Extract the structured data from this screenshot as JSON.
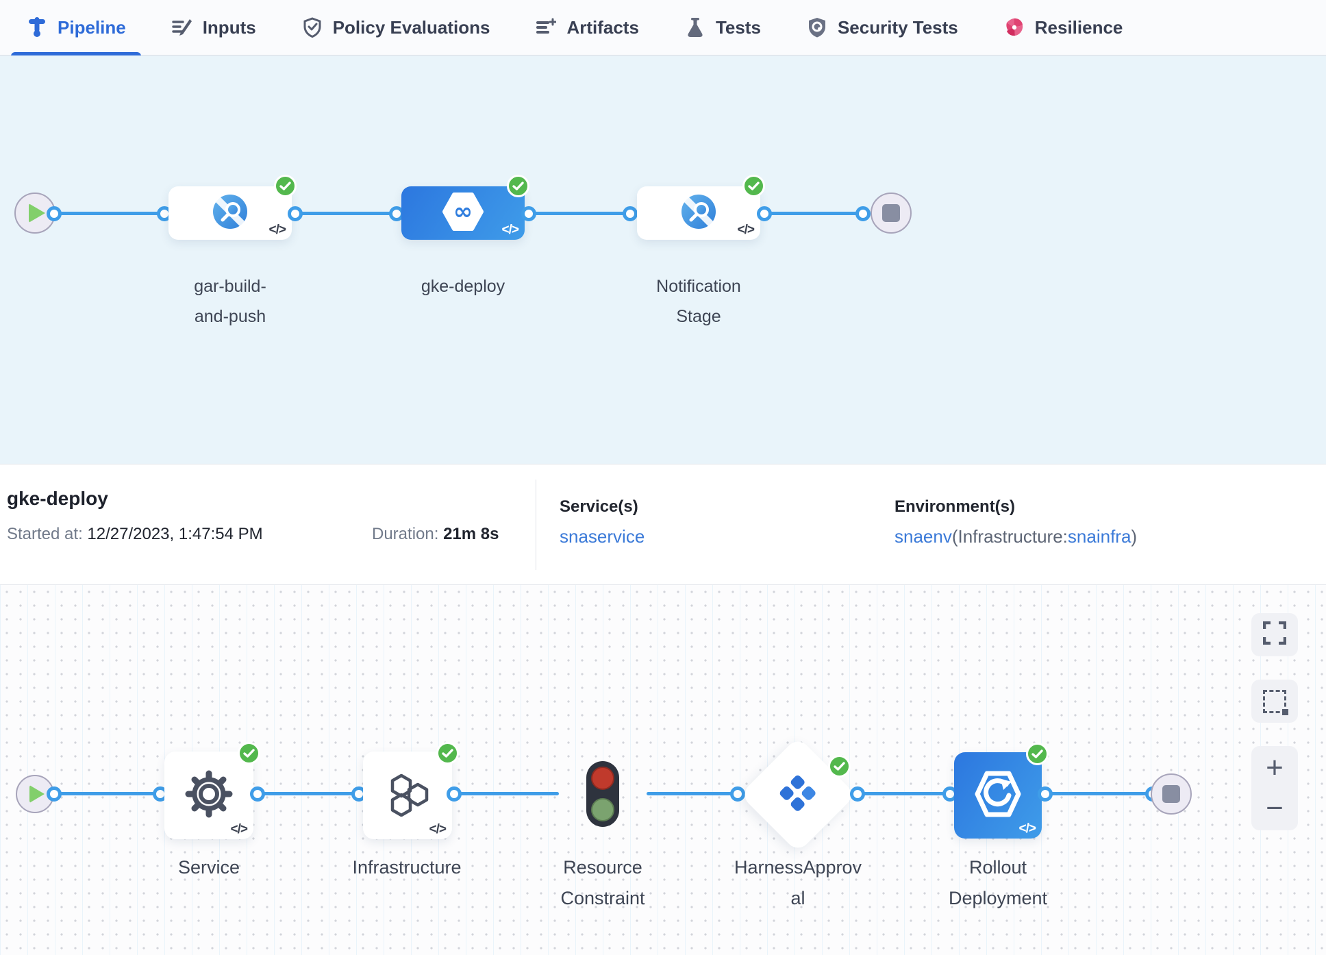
{
  "tabs": [
    {
      "label": "Pipeline",
      "active": true
    },
    {
      "label": "Inputs",
      "active": false
    },
    {
      "label": "Policy Evaluations",
      "active": false
    },
    {
      "label": "Artifacts",
      "active": false
    },
    {
      "label": "Tests",
      "active": false
    },
    {
      "label": "Security Tests",
      "active": false
    },
    {
      "label": "Resilience",
      "active": false
    }
  ],
  "pipeline_graph": {
    "stages": [
      {
        "label": "gar-build-and-push",
        "status": "success",
        "selected": false,
        "icon": "custom-stage-icon"
      },
      {
        "label": "gke-deploy",
        "status": "success",
        "selected": true,
        "icon": "cd-stage-icon"
      },
      {
        "label": "Notification Stage",
        "status": "success",
        "selected": false,
        "icon": "custom-stage-icon"
      }
    ]
  },
  "details": {
    "title": "gke-deploy",
    "started_label": "Started at:",
    "started_value": "12/27/2023, 1:47:54 PM",
    "duration_label": "Duration:",
    "duration_value": "21m 8s",
    "services_label": "Service(s)",
    "service_link": "snaservice",
    "environments_label": "Environment(s)",
    "env_link": "snaenv",
    "env_infra_prefix": "(Infrastructure:",
    "env_infra_link": "snainfra",
    "env_suffix": ")"
  },
  "execution_graph": {
    "steps": [
      {
        "label": "Service",
        "status": "success",
        "icon": "gear-icon"
      },
      {
        "label": "Infrastructure",
        "status": "success",
        "icon": "hexagons-icon"
      },
      {
        "label": "Resource Constraint",
        "status": "none",
        "icon": "traffic-light-icon"
      },
      {
        "label": "HarnessApproval",
        "status": "success",
        "icon": "approval-icon"
      },
      {
        "label": "Rollout Deployment",
        "status": "success",
        "icon": "rollout-icon"
      }
    ]
  },
  "ui": {
    "code_badge": "</>",
    "zoom_in": "+",
    "zoom_out": "−"
  },
  "colors": {
    "accent_blue": "#2e6bd8",
    "node_blue": "#2f7fe0",
    "connector_blue": "#3f9de8",
    "success_green": "#53b84d",
    "stage_canvas_bg": "#e9f4fa",
    "resilience_pink": "#e04372"
  }
}
